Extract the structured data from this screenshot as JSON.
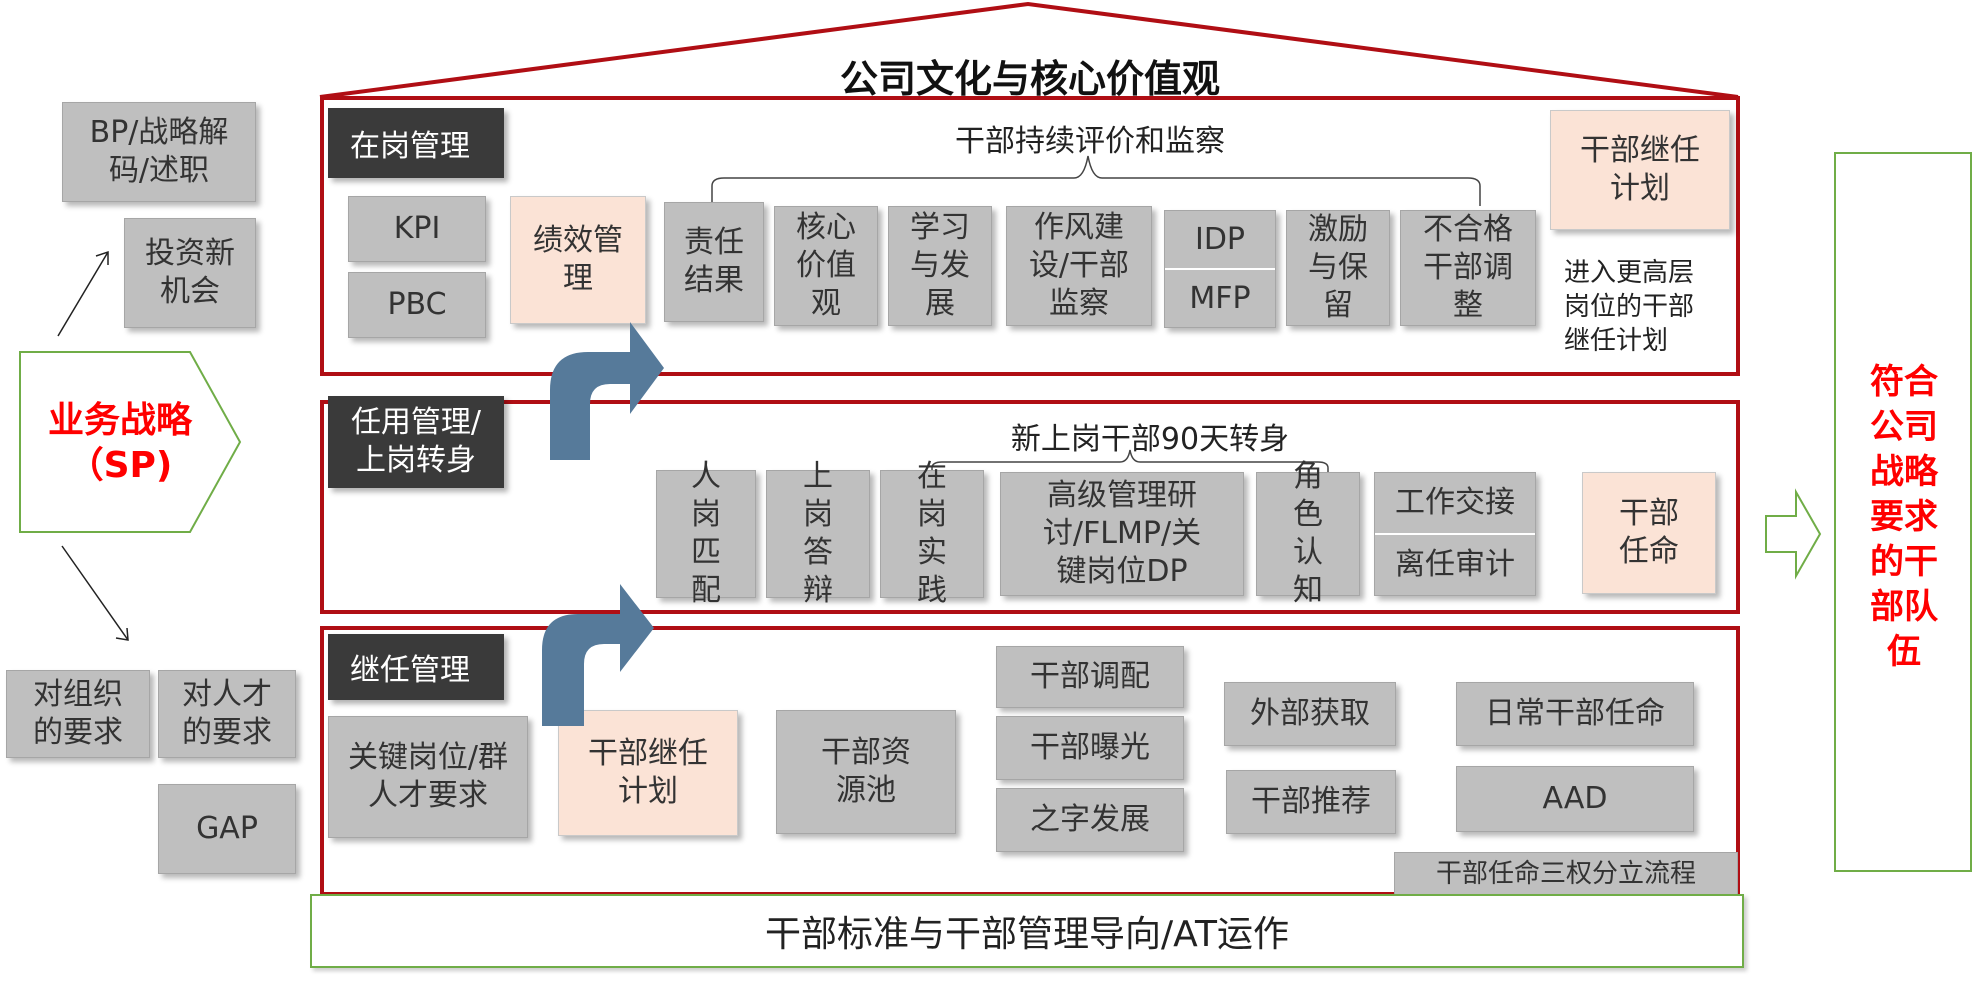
{
  "roof_title": "公司文化与核心价值观",
  "left": {
    "bp_box": "BP/战略解码/述职",
    "invest_box": "投资新机会",
    "strategy": "业务战略（SP)",
    "org_req": "对组织的要求",
    "talent_req": "对人才的要求",
    "gap": "GAP"
  },
  "band_top": {
    "label": "在岗管理",
    "brace_title": "干部持续评价和监察",
    "kpi": "KPI",
    "pbc": "PBC",
    "performance": "绩效管理",
    "items": [
      "责任结果",
      "核心价值观",
      "学习与发展",
      "作风建设/干部监察"
    ],
    "idp": "IDP",
    "mfp": "MFP",
    "incentive": "激励与保留",
    "unqualified": "不合格干部调整",
    "succession_plan": "干部继任计划",
    "higher_note": "进入更高层岗位的干部继任计划"
  },
  "band_mid": {
    "label": "任用管理/上岗转身",
    "brace_title": "新上岗干部90天转身",
    "items": [
      "人岗匹配",
      "上岗答辩",
      "在岗实践",
      "高级管理研讨/FLMP/关键岗位DP",
      "角色认知"
    ],
    "handover": "工作交接",
    "audit": "离任审计",
    "appoint": "干部任命"
  },
  "band_bot": {
    "label": "继任管理",
    "key_post": "关键岗位/群人才要求",
    "succession": "干部继任计划",
    "pool": "干部资源池",
    "allocate": "干部调配",
    "exposure": "干部曝光",
    "zhi": "之字发展",
    "external": "外部获取",
    "recommend": "干部推荐",
    "daily": "日常干部任命",
    "aad": "AAD",
    "three_power": "干部任命三权分立流程"
  },
  "foundation": "干部标准与干部管理导向/AT运作",
  "result": "符合公司战略要求的干部队伍",
  "colors": {
    "red_border": "#b00e14",
    "green_border": "#70ad47",
    "gray_box": "#bfbfbf",
    "peach_box": "#fbe3d6",
    "dark_label": "#3a3a3a",
    "blue_arrow": "#567a9a",
    "result_text": "#ff0000"
  }
}
